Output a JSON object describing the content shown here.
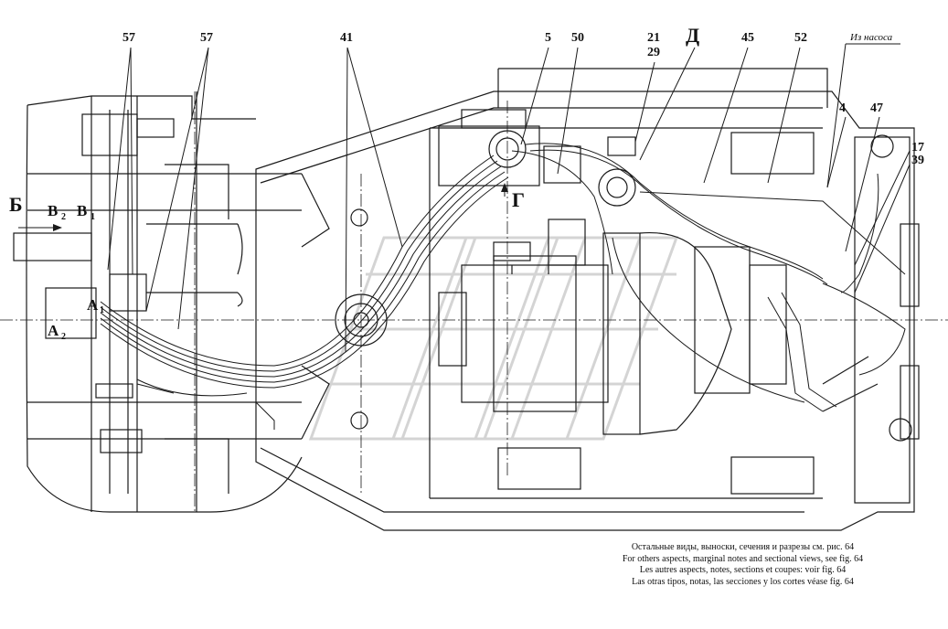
{
  "callouts": {
    "c57a": "57",
    "c57b": "57",
    "c41": "41",
    "c5": "5",
    "c50": "50",
    "c21": "21",
    "c29": "29",
    "cD": "Д",
    "c45": "45",
    "c52": "52",
    "pump": "Из насоса",
    "c4": "4",
    "c47": "47",
    "c17": "17",
    "c39": "39",
    "cB": "Б",
    "cV2": "В",
    "cV2sub": "2",
    "cV1": "В",
    "cV1sub": "1",
    "cA1": "А",
    "cA1sub": "1",
    "cA2": "А",
    "cA2sub": "2",
    "cG": "Г"
  },
  "notes": [
    "Остальные виды, выноски, сечения и разрезы см. рис. 64",
    "For others aspects, marginal notes and sectional views, see fig. 64",
    "Les autres aspects, notes, sections et coupes: voir fig. 64",
    "Las otras tipos, notas, las secciones y los cortes véase fig. 64"
  ],
  "colors": {
    "line": "#1a1a1a",
    "watermark": "#d9d9d9"
  }
}
